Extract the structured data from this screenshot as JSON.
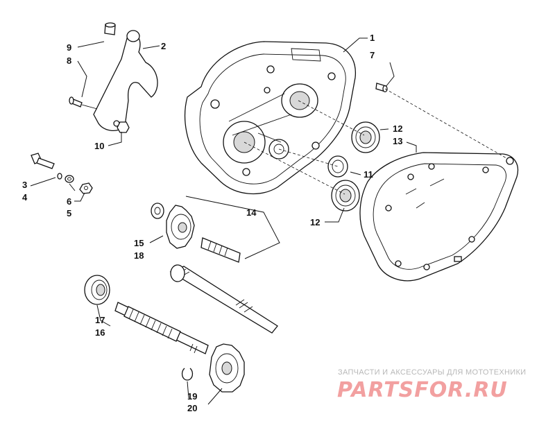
{
  "callouts": {
    "c1": "1",
    "c2": "2",
    "c3": "3",
    "c4": "4",
    "c5": "5",
    "c6": "6",
    "c7": "7",
    "c8": "8",
    "c9": "9",
    "c10": "10",
    "c11": "11",
    "c12a": "12",
    "c12b": "12",
    "c13": "13",
    "c14": "14",
    "c15": "15",
    "c16": "16",
    "c17": "17",
    "c18": "18",
    "c19": "19",
    "c20": "20"
  },
  "watermark": {
    "subtitle": "ЗАПЧАСТИ И АКСЕССУАРЫ ДЛЯ МОТОТЕХНИКИ",
    "brand": "PARTSFOR.RU"
  }
}
